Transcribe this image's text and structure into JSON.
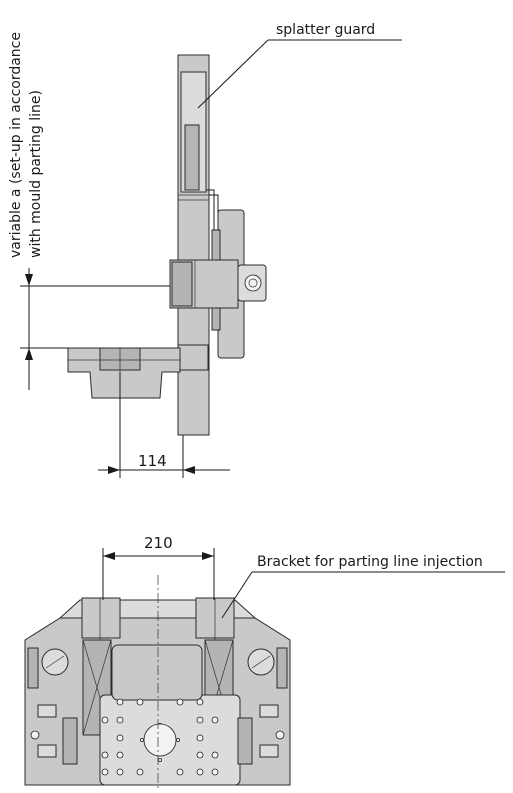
{
  "labels": {
    "splatter_guard": "splatter guard",
    "variable_line1": "variable a (set-up in accordance",
    "variable_line2": "with mould parting line)",
    "bracket": "Bracket for parting line injection"
  },
  "dimensions": {
    "offset": "114",
    "spacing": "210"
  },
  "colors": {
    "part_fill": "#c9c9c9",
    "line": "#1a1a1a"
  }
}
